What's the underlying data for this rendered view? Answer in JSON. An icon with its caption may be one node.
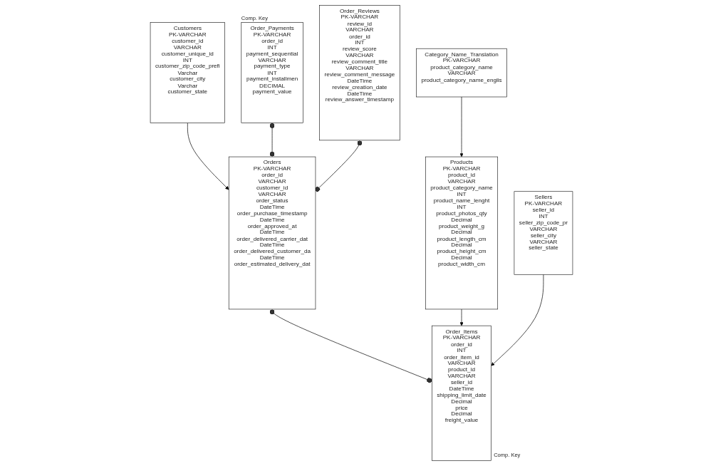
{
  "diagram": {
    "nodes": [
      {
        "text": [
          "Order_Payments",
          "PK-VARCHAR",
          "order_id",
          "INT",
          "payment_sequential",
          "VARCHAR",
          "payment_type",
          "INT",
          "payment_installmen",
          "DECIMAL",
          "payment_value"
        ],
        "beside": [
          "Comp. Key"
        ]
      },
      {
        "text": [
          "Order_Reviews",
          "PK-VARCHAR",
          "review_id",
          "VARCHAR",
          "order_id",
          "INT",
          "review_score",
          "VARCHAR",
          "review_comment_title",
          "VARCHAR",
          "review_comment_message",
          "DateTime",
          "review_creation_date",
          "DateTime",
          "review_answer_timestamp"
        ]
      },
      {
        "text": [
          "Customers",
          "PK-VARCHAR",
          "customer_id",
          "VARCHAR",
          "customer_unique_id",
          "INT",
          "customer_zip_code_prefi",
          "Varchar",
          "customer_city",
          "Varchar",
          "customer_state"
        ]
      },
      {
        "text": [
          "Orders",
          "PK-VARCHAR",
          "order_id",
          "VARCHAR",
          "customer_id",
          "VARCHAR",
          "order_status",
          "DateTime",
          "order_purchase_timestamp",
          "DateTime",
          "order_approved_at",
          "DateTime",
          "order_delivered_carrier_dat",
          "DateTime",
          "order_delivered_customer_da",
          "DateTime",
          "order_estimated_delivery_dat"
        ]
      },
      {
        "text": [
          "Order_Items",
          "PK-VARCHAR",
          "order_id",
          "INT",
          "order_item_id",
          "VARCHAR",
          "product_id",
          "VARCHAR",
          "seller_id",
          "DateTime",
          "shipping_limit_date",
          "Decimal",
          "price",
          "Decimal",
          "freight_value"
        ],
        "beside": [
          "Comp. Key"
        ]
      },
      {
        "text": [
          "Category_Name_Translation",
          "PK-VARCHAR",
          "product_category_name",
          "VARCHAR",
          "product_category_name_englis"
        ]
      },
      {
        "text": [
          "Products",
          "PK-VARCHAR",
          "product_id",
          "VARCHAR",
          "product_category_name",
          "INT",
          "product_name_lenght",
          "INT",
          "product_photos_qty",
          "Decimal",
          "product_weight_g",
          "Decimal",
          "product_length_cm",
          "Decimal",
          "product_height_cm",
          "Decimal",
          "product_width_cm"
        ]
      },
      {
        "text": [
          "Sellers",
          "PK-VARCHAR",
          "seller_id",
          "INT",
          "seller_zip_code_pr",
          "VARCHAR",
          "seller_city",
          "VARCHAR",
          "seller_state"
        ]
      }
    ],
    "edges": [
      {
        "from": 2,
        "to": 3,
        "arrow": "to"
      },
      {
        "from": 0,
        "to": 3,
        "arrow": "other"
      },
      {
        "from": 1,
        "to": 3,
        "arrow": "other"
      },
      {
        "from": 3,
        "to": 4,
        "arrow": "other"
      },
      {
        "from": 6,
        "to": 4,
        "arrow": "to"
      },
      {
        "from": 7,
        "to": 4,
        "arrow": "to"
      },
      {
        "from": 5,
        "to": 6,
        "arrow": "to"
      }
    ]
  }
}
